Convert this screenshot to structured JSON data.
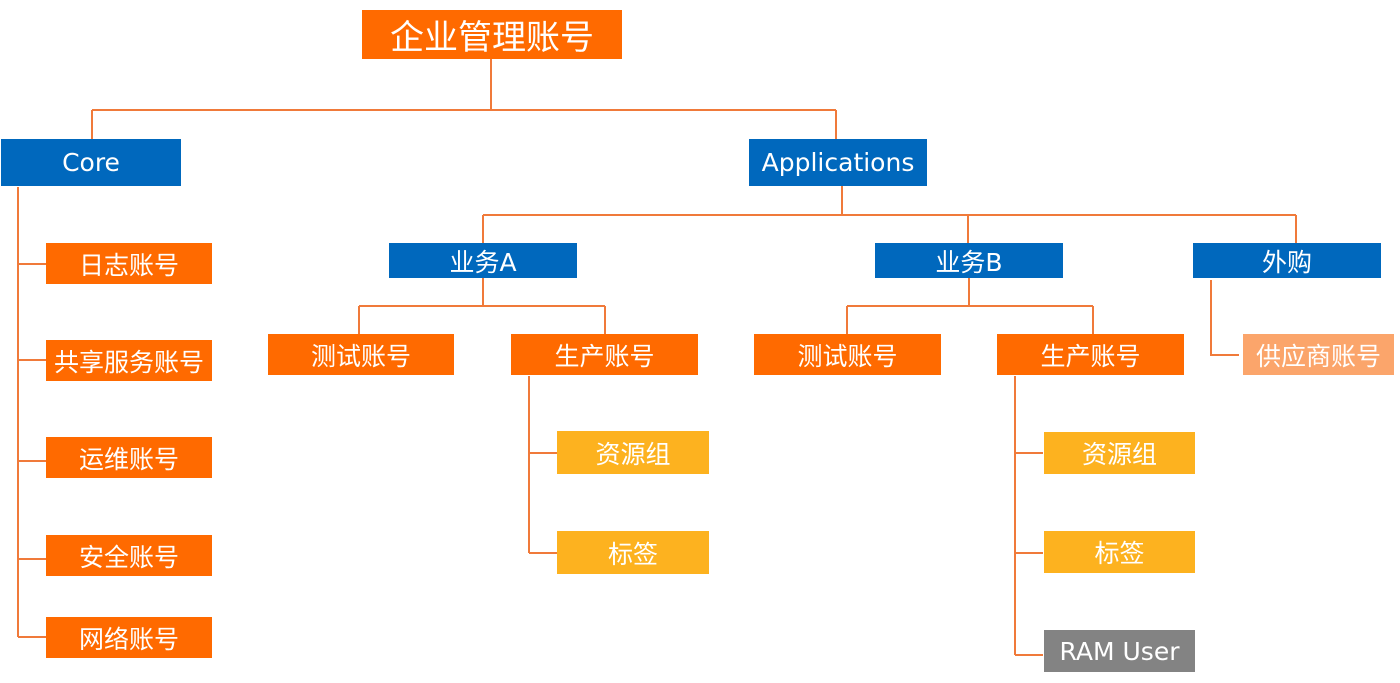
{
  "title": "企业管理账号",
  "colors": {
    "connector": "#f07a3a",
    "orange": "#ff6a00",
    "blue": "#0068bd",
    "yellow": "#fdb21f",
    "peach": "#fba56b",
    "gray": "#838383"
  },
  "root": {
    "label": "企业管理账号"
  },
  "core": {
    "label": "Core",
    "children": [
      "日志账号",
      "共享服务账号",
      "运维账号",
      "安全账号",
      "网络账号"
    ]
  },
  "applications": {
    "label": "Applications",
    "business_a": {
      "label": "业务A",
      "test": "测试账号",
      "prod": {
        "label": "生产账号",
        "children": [
          "资源组",
          "标签"
        ]
      }
    },
    "business_b": {
      "label": "业务B",
      "test": "测试账号",
      "prod": {
        "label": "生产账号",
        "children": [
          "资源组",
          "标签",
          "RAM User"
        ]
      }
    },
    "outsourced": {
      "label": "外购",
      "children": [
        "供应商账号"
      ]
    }
  }
}
